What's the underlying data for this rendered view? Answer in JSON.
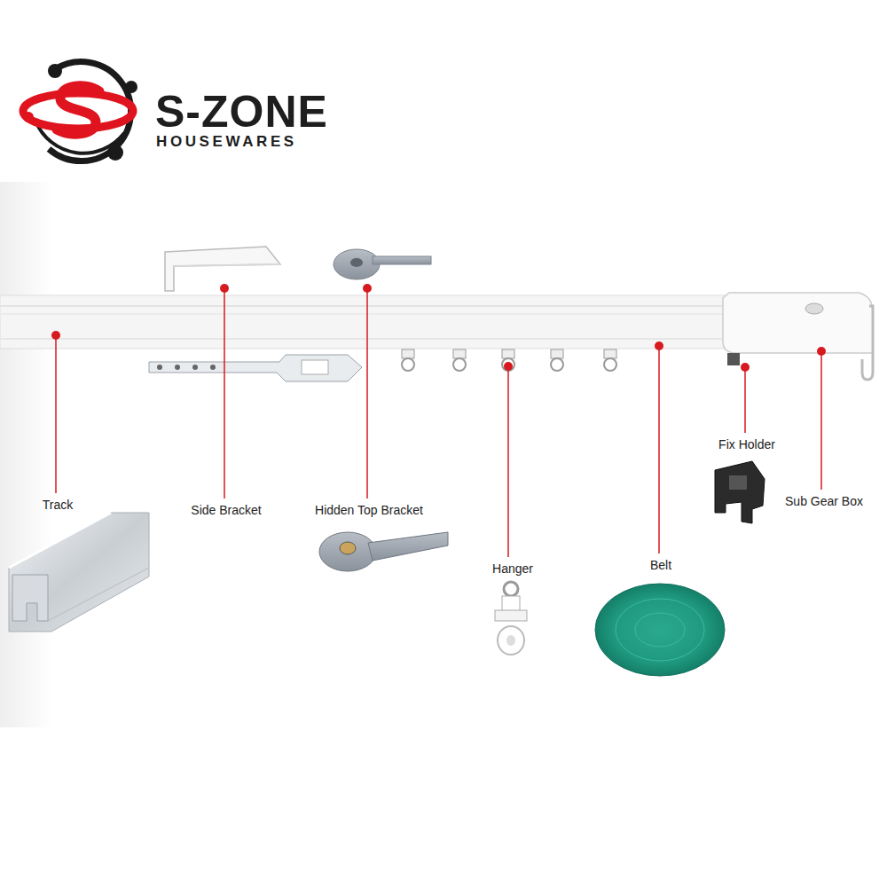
{
  "diagram": {
    "labels": [
      "S-ZONE",
      "HOUSEWARES",
      "Track",
      "Side Bracket",
      "Hidden Top Bracket",
      "Hanger",
      "Belt",
      "Fix Holder",
      "Sub Gear Box"
    ]
  }
}
